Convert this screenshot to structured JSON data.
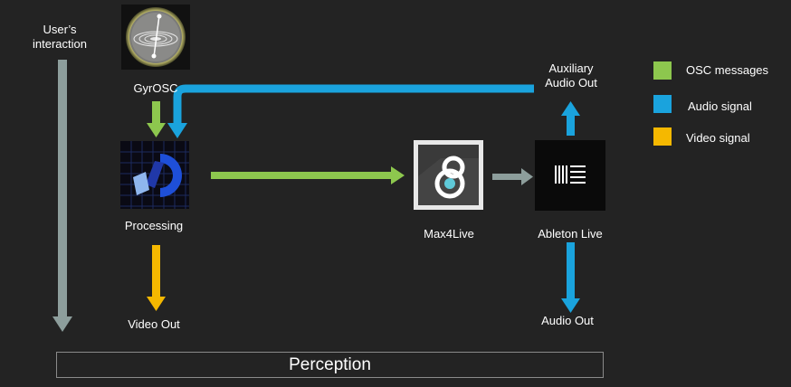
{
  "diagram": {
    "user_interaction": "User’s\ninteraction",
    "nodes": {
      "gyrosc": {
        "label": "GyrOSC",
        "icon": "gyroscope-icon"
      },
      "processing": {
        "label": "Processing",
        "icon": "processing-logo-icon"
      },
      "max4live": {
        "label": "Max4Live",
        "icon": "max-logo-icon"
      },
      "ableton": {
        "label": "Ableton Live",
        "icon": "ableton-logo-icon"
      }
    },
    "outputs": {
      "video_out": "Video Out",
      "audio_out": "Audio Out",
      "auxiliary_audio_out": "Auxiliary\nAudio Out"
    },
    "perception": "Perception"
  },
  "legend": [
    {
      "label": "OSC messages",
      "color": "#8dc74e"
    },
    {
      "label": "Audio signal",
      "color": "#1aa3dd"
    },
    {
      "label": "Video signal",
      "color": "#f5b800"
    }
  ],
  "colors": {
    "osc": "#8dc74e",
    "audio": "#1aa3dd",
    "video": "#f5b800",
    "neutral": "#8d9e9c",
    "background": "#232323"
  }
}
